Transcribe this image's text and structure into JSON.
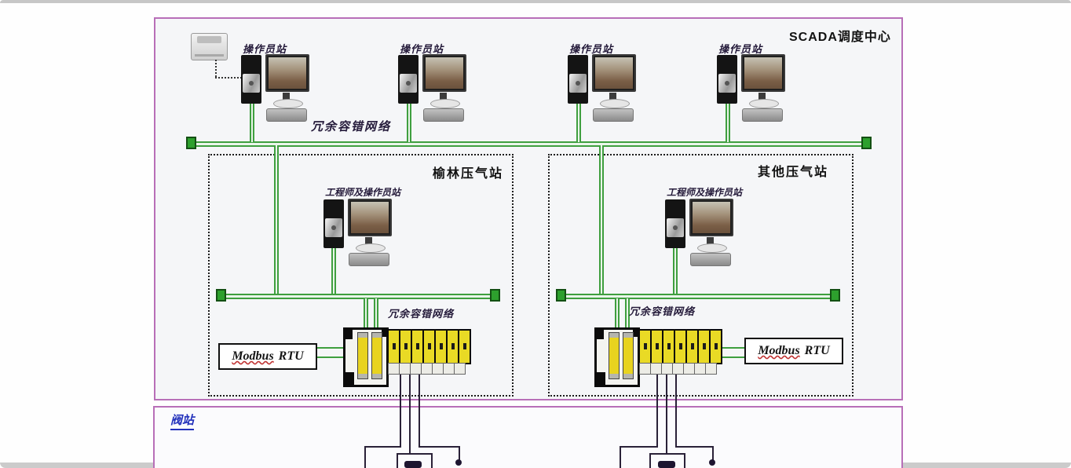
{
  "diagram": {
    "scada_center_label": "SCADA调度中心",
    "top_network_label": "冗余容错网络",
    "operator_stations": [
      {
        "label": "操作员站"
      },
      {
        "label": "操作员站"
      },
      {
        "label": "操作员站"
      },
      {
        "label": "操作员站"
      }
    ],
    "stations": [
      {
        "title": "榆林压气站",
        "engineer_station_label": "工程师及操作员站",
        "network_label": "冗余容错网络",
        "modbus_word": "Modbus",
        "rtu_word": "RTU"
      },
      {
        "title": "其他压气站",
        "engineer_station_label": "工程师及操作员站",
        "network_label": "冗余容错网络",
        "modbus_word": "Modbus",
        "rtu_word": "RTU"
      }
    ],
    "valve_section_label": "阀站",
    "icons": {
      "printer": "laser-printer-icon",
      "workstation": "computer-workstation-icon",
      "plc": "plc-rack-with-io-modules-icon",
      "terminator": "network-bus-terminator-icon"
    },
    "colors": {
      "frame_pink": "#b86fb8",
      "bus_green": "#3f9f3f",
      "terminator_green": "#2da02d",
      "module_yellow": "#e9da25",
      "wire_dark": "#2a2138",
      "valve_label_blue": "#2230bb"
    }
  }
}
